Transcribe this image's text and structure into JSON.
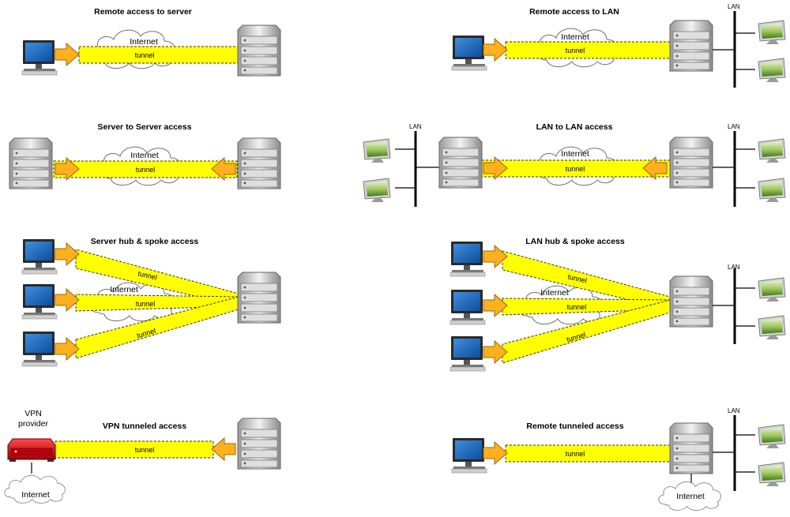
{
  "panels": {
    "remote_server": {
      "title": "Remote access  to server",
      "cloud": "Internet",
      "tunnels": [
        "tunnel"
      ]
    },
    "remote_lan": {
      "title": "Remote access  to LAN",
      "cloud": "Internet",
      "tunnels": [
        "tunnel"
      ],
      "lan": "LAN"
    },
    "server_server": {
      "title": "Server to Server access",
      "cloud": "Internet",
      "tunnels": [
        "tunnel"
      ]
    },
    "lan_lan": {
      "title": "LAN to LAN access",
      "cloud": "Internet",
      "tunnels": [
        "tunnel"
      ],
      "lan_left": "LAN",
      "lan_right": "LAN"
    },
    "server_hub": {
      "title": "Server hub & spoke access",
      "cloud": "Internet",
      "tunnels": [
        "tunnel",
        "tunnel",
        "tunnel"
      ]
    },
    "lan_hub": {
      "title": "LAN hub & spoke access",
      "cloud": "Internet",
      "tunnels": [
        "tunnel",
        "tunnel",
        "tunnel"
      ],
      "lan": "LAN"
    },
    "vpn_tunneled": {
      "title": "VPN tunneled access",
      "provider_line1": "VPN",
      "provider_line2": "provider",
      "cloud": "Internet",
      "tunnels": [
        "tunnel"
      ]
    },
    "remote_tunneled": {
      "title": "Remote tunneled access",
      "cloud": "Internet",
      "tunnels": [
        "tunnel"
      ],
      "lan": "LAN"
    }
  },
  "colors": {
    "tunnel_fill": "#ffff00",
    "arrow_fill": "#ffb01e",
    "monitor_screen": "#1e6fc0",
    "provider_red": "#d8101a"
  },
  "icons": [
    "laptop-icon",
    "server-icon",
    "cloud-icon",
    "lan-monitor-icon",
    "vpn-provider-icon",
    "arrow-icon"
  ]
}
